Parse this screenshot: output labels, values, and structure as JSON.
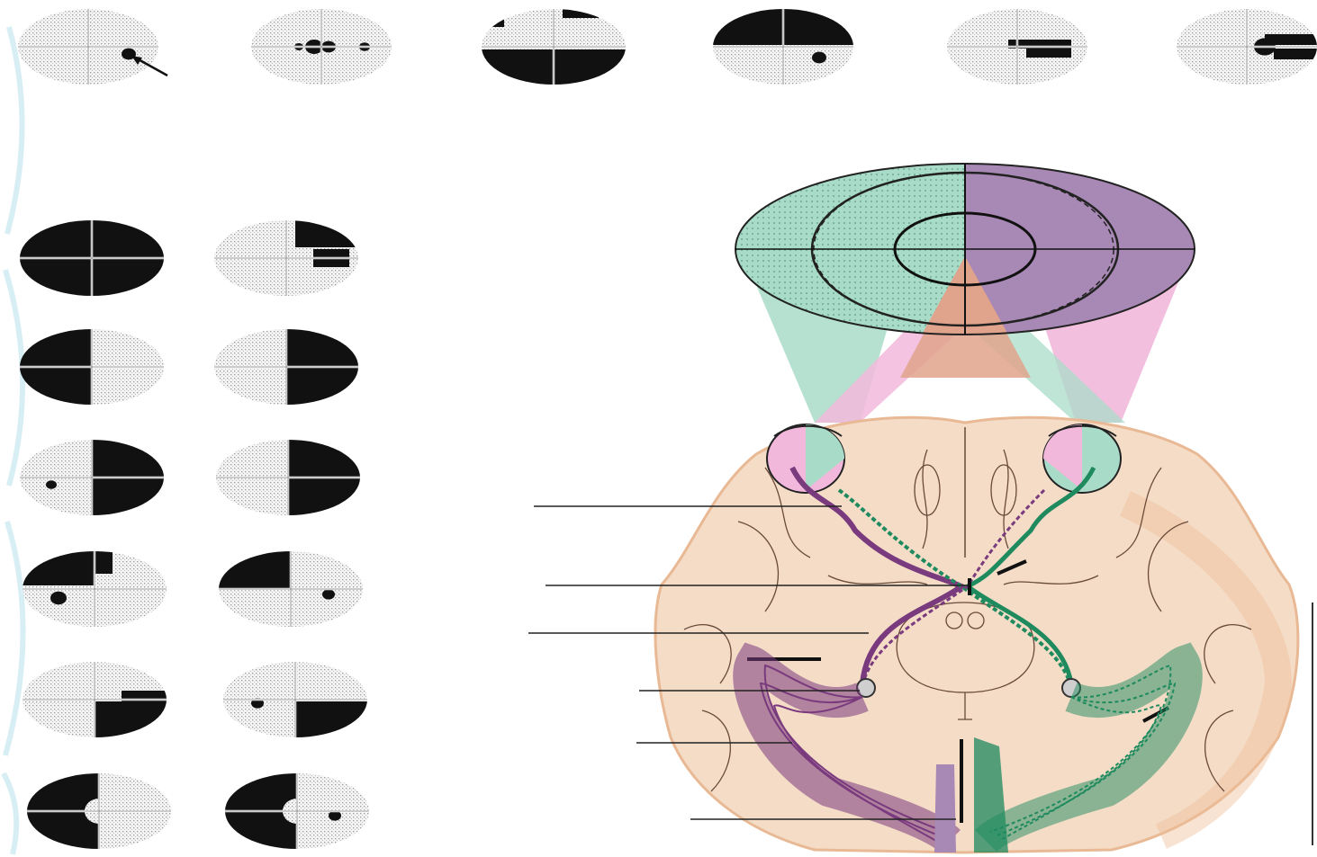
{
  "figure": {
    "caption": "",
    "labels": [],
    "colors": {
      "background": "#ffffff",
      "field_black": "#111111",
      "field_stipple": "#c9c9c9",
      "left_field": "#a9dcc8",
      "right_field": "#a888b4",
      "central_overlap": "#e0a38c",
      "projection_pink": "#f2b8dc",
      "brain_fill": "#f4dcc6",
      "brain_edge": "#f0c9a8",
      "pathway_purple": "#7a3a7e",
      "pathway_green": "#1e8a5e",
      "leader_line": "#222222",
      "side_accent": "#bfe3ec"
    },
    "visual_field_plots": [
      {
        "id": "r1-1",
        "defect": "small-scotoma-with-arrow"
      },
      {
        "id": "r1-2",
        "defect": "central-scotomas"
      },
      {
        "id": "r1-3",
        "defect": "inferior-altitudinal"
      },
      {
        "id": "r1-4",
        "defect": "superior-altitudinal"
      },
      {
        "id": "r1-5",
        "defect": "horizontal-band"
      },
      {
        "id": "r1-6",
        "defect": "arcuate-ring"
      },
      {
        "id": "g1-l",
        "defect": "total-blindness"
      },
      {
        "id": "g1-r",
        "defect": "superior-temporal-patch"
      },
      {
        "id": "g2-l",
        "defect": "left-hemianopia"
      },
      {
        "id": "g2-r",
        "defect": "right-hemianopia"
      },
      {
        "id": "g3-l",
        "defect": "right-hemianopia-with-spot"
      },
      {
        "id": "g3-r",
        "defect": "right-hemianopia"
      },
      {
        "id": "g4-l",
        "defect": "left-superior-quadrant"
      },
      {
        "id": "g4-r",
        "defect": "left-superior-quadrant-with-spot"
      },
      {
        "id": "g5-l",
        "defect": "right-inferior-quadrant"
      },
      {
        "id": "g5-r",
        "defect": "right-inferior-quadrant-with-spot"
      },
      {
        "id": "g6-l",
        "defect": "left-hemianopia-macular-sparing"
      },
      {
        "id": "g6-r",
        "defect": "left-hemianopia-macular-sparing-with-spot"
      }
    ]
  }
}
